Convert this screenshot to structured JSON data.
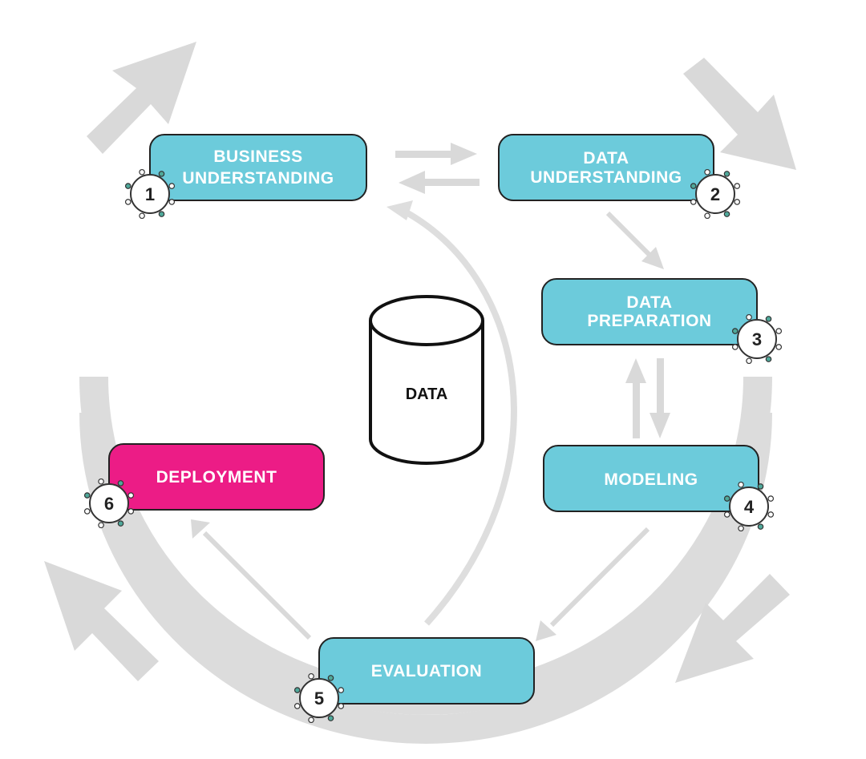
{
  "colors": {
    "phase_fill": "#6ccbdb",
    "deployment_fill": "#ec1c86",
    "outline": "#222222",
    "cycle_gray": "#dcdcdc",
    "arrow_gray": "#d4d4d4",
    "dot_teal": "#4fa89a"
  },
  "center": {
    "label": "DATA"
  },
  "phases": [
    {
      "step": "1",
      "line1": "BUSINESS",
      "line2": "UNDERSTANDING"
    },
    {
      "step": "2",
      "line1": "DATA",
      "line2": "UNDERSTANDING"
    },
    {
      "step": "3",
      "line1": "DATA",
      "line2": "PREPARATION"
    },
    {
      "step": "4",
      "line1": "MODELING"
    },
    {
      "step": "5",
      "line1": "EVALUATION"
    },
    {
      "step": "6",
      "line1": "DEPLOYMENT"
    }
  ]
}
